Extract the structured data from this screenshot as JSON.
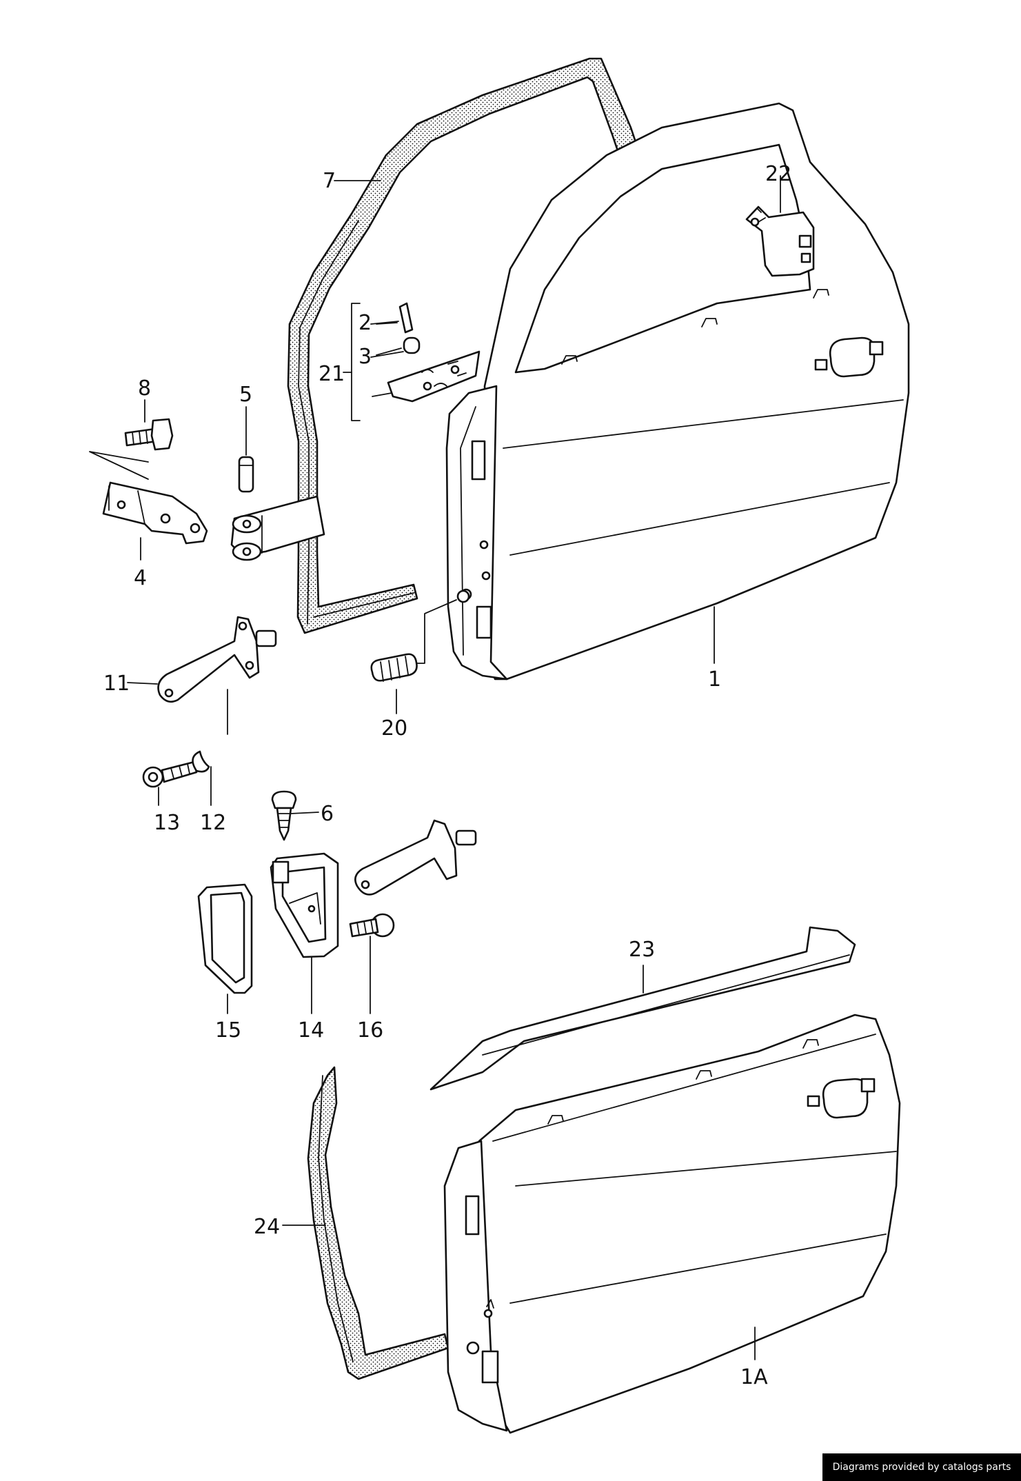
{
  "labels": {
    "1": "1",
    "1A": "1A",
    "2": "2",
    "3": "3",
    "4": "4",
    "5": "5",
    "6": "6",
    "7": "7",
    "8": "8",
    "11": "11",
    "12": "12",
    "13": "13",
    "14": "14",
    "15": "15",
    "16": "16",
    "20": "20",
    "21": "21",
    "22": "22",
    "23": "23",
    "24": "24"
  },
  "footer": {
    "credit": "Diagrams provided by catalogs parts"
  }
}
